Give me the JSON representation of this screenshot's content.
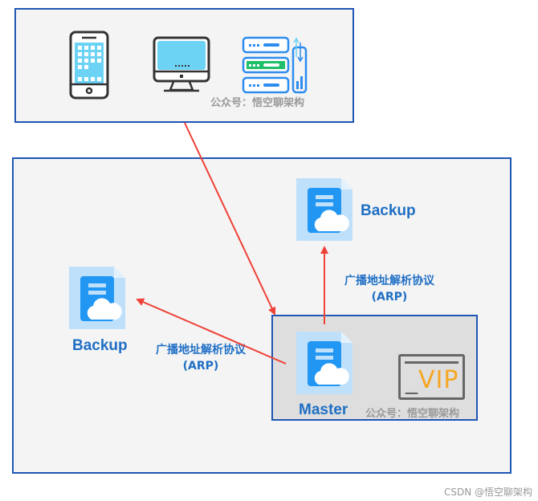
{
  "diagram": {
    "client_group": {
      "devices": [
        {
          "name": "mobile-phone",
          "icon": "smartphone-icon"
        },
        {
          "name": "desktop-monitor",
          "icon": "monitor-icon"
        },
        {
          "name": "server-rack",
          "icon": "server-icon"
        }
      ],
      "watermark": "公众号：悟空聊架构"
    },
    "nodes": {
      "backup_top": {
        "label": "Backup",
        "icon": "cloud-file-icon"
      },
      "backup_left": {
        "label": "Backup",
        "icon": "cloud-file-icon"
      },
      "master": {
        "label": "Master",
        "icon": "cloud-file-icon"
      }
    },
    "vip": {
      "prefix": "_",
      "label": "VIP",
      "color": "#f5a623"
    },
    "edges": [
      {
        "from": "client_group",
        "to": "master",
        "label": ""
      },
      {
        "from": "master",
        "to": "backup_top",
        "label_line1": "广播地址解析协议",
        "label_line2": "(ARP)"
      },
      {
        "from": "master",
        "to": "backup_left",
        "label_line1": "广播地址解析协议",
        "label_line2": "(ARP)"
      }
    ],
    "master_watermark": "公众号：悟空聊架构",
    "colors": {
      "border": "#1f56b3",
      "arrow": "#ef4136",
      "label": "#1f6fc5",
      "file_bg": "#bfe0fb",
      "file_doc": "#2196f3",
      "screen": "#6dd3f5",
      "server_green": "#1fbf6a"
    }
  },
  "footer": {
    "credit": "CSDN @悟空聊架构"
  }
}
